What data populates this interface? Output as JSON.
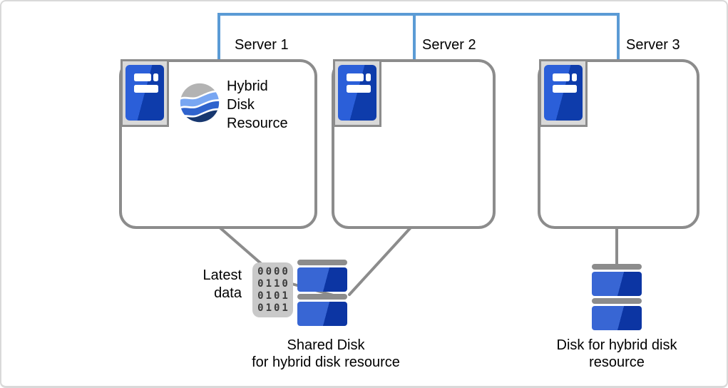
{
  "colors": {
    "connector_blue": "#5b9bd5",
    "connector_gray": "#8c8c8c",
    "box_border": "#8c8c8c",
    "icon_frame": "#d9d9d9",
    "icon_frame_border": "#8c8c8c",
    "server_blue_light": "#2b5fd9",
    "server_blue_dark": "#0e3cab",
    "disk_blue_light": "#3866d4",
    "disk_blue_dark": "#0c35a3",
    "disk_bar_gray": "#8c8c8c",
    "data_box_bg": "#c9c9c9",
    "wave_gray": "#b3b3b3",
    "wave_light_blue": "#78a6f2",
    "wave_mid_blue": "#2f63cd",
    "wave_dark_blue": "#17376f",
    "text_color": "#000000"
  },
  "servers": [
    {
      "label": "Server 1"
    },
    {
      "label": "Server 2"
    },
    {
      "label": "Server 3"
    }
  ],
  "hybrid_resource": {
    "line1": "Hybrid",
    "line2": "Disk",
    "line3": "Resource"
  },
  "latest_data": {
    "line1": "Latest",
    "line2": "data",
    "rows": [
      "0000",
      "0110",
      "0101",
      "0101"
    ]
  },
  "shared_disk": {
    "caption_line1": "Shared Disk",
    "caption_line2": "for hybrid disk resource"
  },
  "hybrid_disk": {
    "caption_line1": "Disk for hybrid disk",
    "caption_line2": "resource"
  }
}
